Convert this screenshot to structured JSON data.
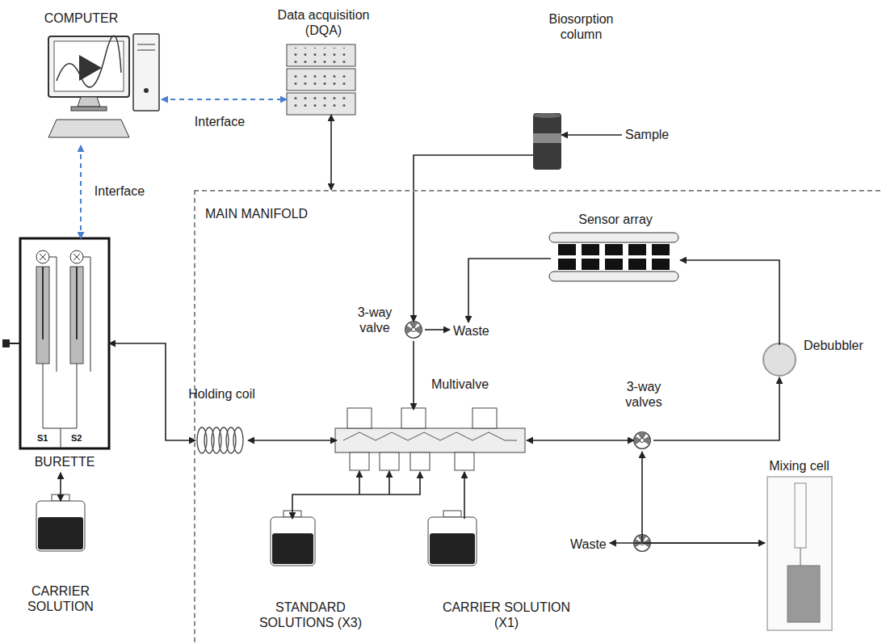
{
  "diagram": {
    "nodes": [
      {
        "text": [
          "COMPUTER"
        ]
      },
      {
        "text": [
          "Data acquisition (DQA)"
        ]
      },
      {
        "text": [
          "Biosorption column"
        ]
      },
      {
        "text": [
          "Sample"
        ]
      },
      {
        "text": [
          "MAIN MANIFOLD"
        ]
      },
      {
        "text": [
          "Sensor array"
        ],
        "in": 4
      },
      {
        "text": [
          "BURETTE"
        ]
      },
      {
        "text": [
          "3-way valve"
        ],
        "in": 4
      },
      {
        "text": [
          "Waste"
        ],
        "in": 4
      },
      {
        "text": [
          "Debubbler"
        ],
        "in": 4
      },
      {
        "text": [
          "Holding coil"
        ],
        "in": 4
      },
      {
        "text": [
          "Multivalve"
        ],
        "in": 4
      },
      {
        "text": [
          "3-way valves"
        ],
        "in": 4
      },
      {
        "text": [
          "Mixing cell"
        ],
        "in": 4
      },
      {
        "text": [
          "Waste"
        ],
        "in": 4
      },
      {
        "text": [
          "CARRIER SOLUTION"
        ]
      },
      {
        "text": [
          "STANDARD SOLUTIONS (X3)"
        ],
        "in": 4
      },
      {
        "text": [
          "CARRIER SOLUTION (X1)"
        ],
        "in": 4
      }
    ],
    "edges": [
      {
        "from": 0,
        "to": 1,
        "arrow": "both",
        "label": "Interface"
      },
      {
        "from": 0,
        "to": 6,
        "arrow": "both",
        "label": "Interface"
      },
      {
        "from": 1,
        "to": 4,
        "arrow": "both"
      },
      {
        "from": 3,
        "to": 2,
        "arrow": "to"
      },
      {
        "from": 2,
        "to": 7,
        "arrow": "to"
      },
      {
        "from": 7,
        "to": 8,
        "arrow": "to"
      },
      {
        "from": 7,
        "to": 11,
        "arrow": "to"
      },
      {
        "from": 5,
        "to": 8,
        "arrow": "to"
      },
      {
        "from": 9,
        "to": 5,
        "arrow": "to"
      },
      {
        "from": 12,
        "to": 9,
        "arrow": "to"
      },
      {
        "from": 11,
        "to": 12,
        "arrow": "both"
      },
      {
        "from": 6,
        "to": 10,
        "arrow": "both"
      },
      {
        "from": 10,
        "to": 11,
        "arrow": "both"
      },
      {
        "from": 15,
        "to": 6,
        "arrow": "both"
      },
      {
        "from": 16,
        "to": 11,
        "arrow": "both"
      },
      {
        "from": 17,
        "to": 11,
        "arrow": "to"
      },
      {
        "from": 12,
        "to": 13,
        "arrow": "both"
      },
      {
        "from": 13,
        "to": 14,
        "arrow": "to"
      }
    ],
    "labels": [
      "S1",
      "S2"
    ]
  }
}
